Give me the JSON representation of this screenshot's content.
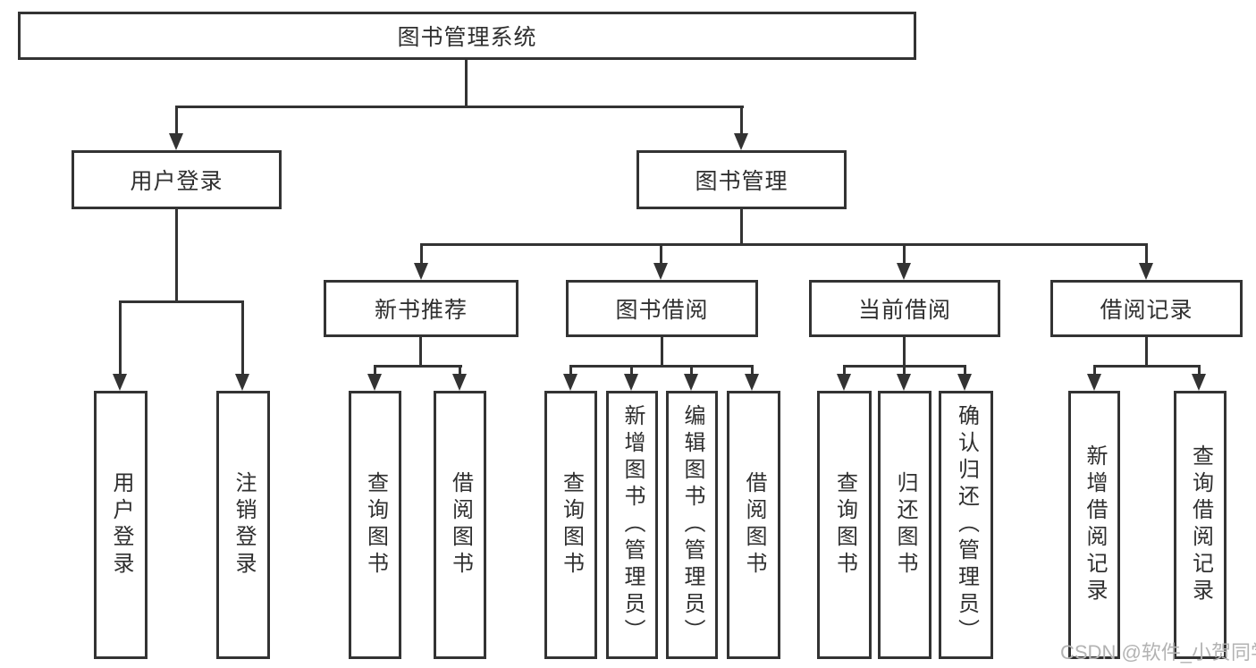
{
  "tree": {
    "root": {
      "label": "图书管理系统"
    },
    "branches": [
      {
        "label": "用户登录",
        "leaves": [
          {
            "label": "用户登录"
          },
          {
            "label": "注销登录"
          }
        ]
      },
      {
        "label": "图书管理",
        "groups": [
          {
            "label": "新书推荐",
            "leaves": [
              {
                "label": "查询图书"
              },
              {
                "label": "借阅图书"
              }
            ]
          },
          {
            "label": "图书借阅",
            "leaves": [
              {
                "label": "查询图书"
              },
              {
                "label": "新增图书（管理员）"
              },
              {
                "label": "编辑图书（管理员）"
              },
              {
                "label": "借阅图书"
              }
            ]
          },
          {
            "label": "当前借阅",
            "leaves": [
              {
                "label": "查询图书"
              },
              {
                "label": "归还图书"
              },
              {
                "label": "确认归还（管理员）"
              }
            ]
          },
          {
            "label": "借阅记录",
            "leaves": [
              {
                "label": "新增借阅记录"
              },
              {
                "label": "查询借阅记录"
              }
            ]
          }
        ]
      }
    ]
  },
  "watermark": {
    "text": "CSDN @软件_小贺同学"
  },
  "colors": {
    "line": "#333333",
    "text": "#2f2f2f",
    "watermark": "#b3b3b3",
    "background": "#ffffff"
  }
}
